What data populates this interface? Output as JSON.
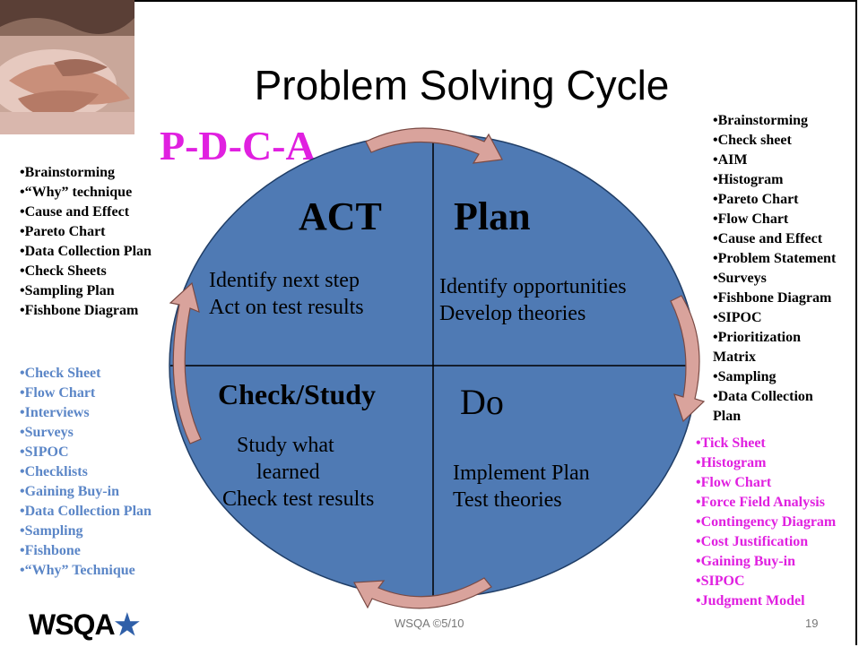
{
  "title": "Problem Solving Cycle",
  "subtitle": "P-D-C-A",
  "colors": {
    "circle": "#4f7ab4",
    "arrow": "#d9a39c",
    "pink": "#e020e0",
    "blue": "#5b86c7"
  },
  "quadrants": {
    "act": {
      "heading": "ACT",
      "lines": [
        "Identify next step",
        "Act on test results"
      ]
    },
    "plan": {
      "heading": "Plan",
      "lines": [
        "Identify opportunities",
        "Develop theories"
      ]
    },
    "check": {
      "heading": "Check/Study",
      "lines": [
        "Study what",
        "learned",
        "Check test results"
      ]
    },
    "do": {
      "heading": "Do",
      "lines": [
        "Implement Plan",
        "Test theories"
      ]
    }
  },
  "left_tools_black": [
    "•Brainstorming",
    "•“Why” technique",
    "•Cause and Effect",
    "•Pareto Chart",
    "•Data Collection Plan",
    "•Check Sheets",
    "•Sampling Plan",
    "•Fishbone Diagram"
  ],
  "left_tools_blue": [
    "•Check Sheet",
    "•Flow Chart",
    "•Interviews",
    "•Surveys",
    "•SIPOC",
    "•Checklists",
    "•Gaining Buy-in",
    "•Data Collection Plan",
    "•Sampling",
    "•Fishbone",
    "•“Why” Technique"
  ],
  "right_tools_black": [
    "•Brainstorming",
    "•Check sheet",
    "•AIM",
    "•Histogram",
    "•Pareto Chart",
    "•Flow Chart",
    "•Cause and Effect",
    "•Problem Statement",
    "•Surveys",
    "•Fishbone Diagram",
    "•SIPOC",
    "•Prioritization",
    "Matrix",
    "•Sampling",
    "•Data Collection",
    "Plan"
  ],
  "right_tools_pink": [
    "•Tick Sheet",
    "•Histogram",
    "•Flow Chart",
    "•Force Field Analysis",
    "•Contingency Diagram",
    "•Cost Justification",
    "•Gaining Buy-in",
    "•SIPOC",
    "•Judgment Model"
  ],
  "footer": {
    "logo_text": "WSQA",
    "logo_star": "★",
    "center": "WSQA ©5/10",
    "page_number": "19"
  }
}
